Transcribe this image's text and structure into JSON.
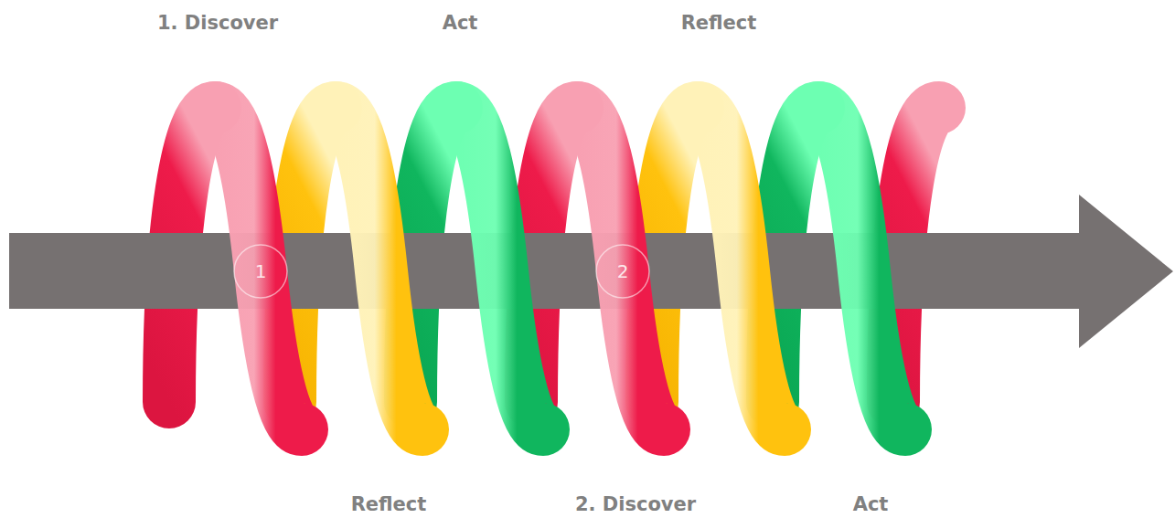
{
  "diagram": {
    "nodes": [
      {
        "text": [
          "1"
        ]
      },
      {
        "text": [
          "2"
        ]
      }
    ],
    "labels": [
      "1. Discover",
      "Act",
      "Reflect",
      "Reflect",
      "2. Discover",
      "Act"
    ]
  }
}
